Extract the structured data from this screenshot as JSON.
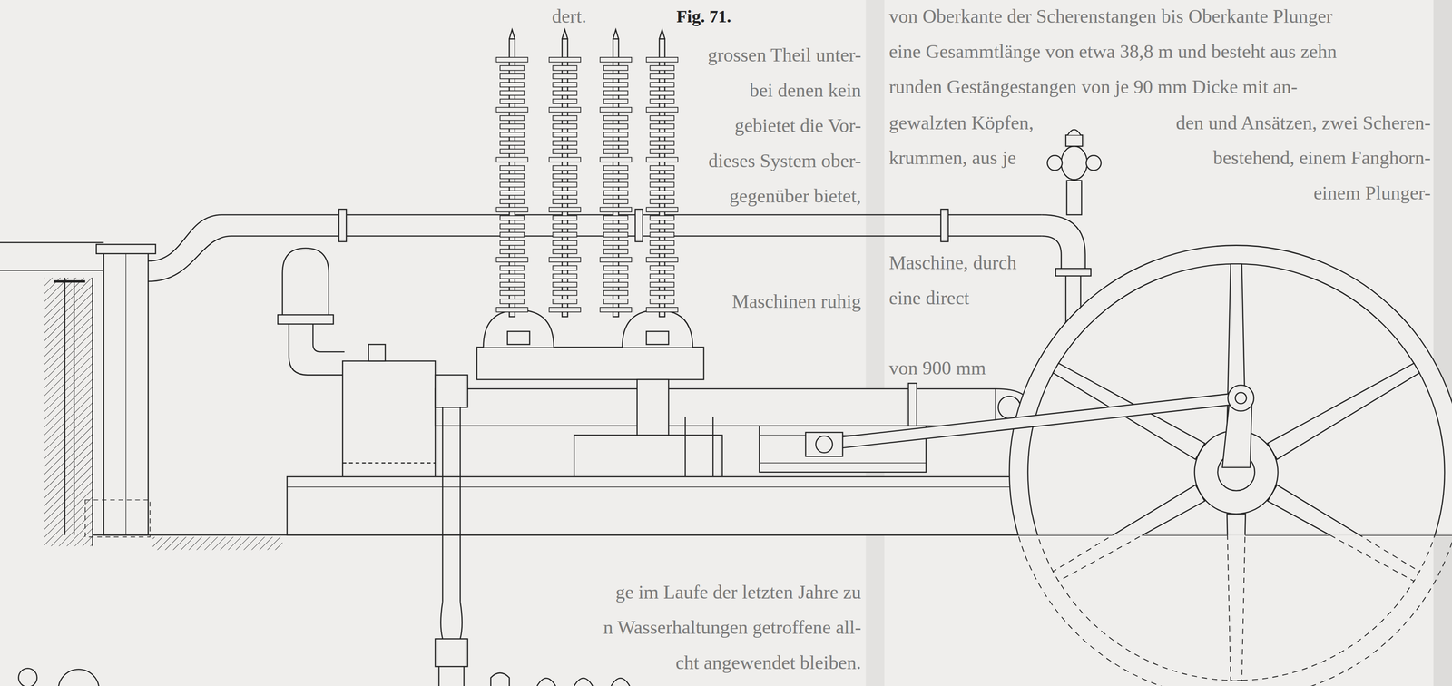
{
  "diagram": {
    "title": "Fig. 71.",
    "labels": [
      "dert.",
      "grossen Theil unter-",
      "bei denen kein",
      "gebietet die Vor-",
      "dieses System ober-",
      "gegenüber bietet,",
      "Maschinen ruhig",
      "ge im Laufe der letzten Jahre zu",
      "n Wasserhaltungen getroffene all-",
      "cht angewendet bleiben.",
      "von Oberkante der Scherenstangen bis Oberkante Plunger",
      "eine Gesammtlänge von etwa 38,8 m und besteht aus zehn",
      "runden Gestängestangen von je 90 mm Dicke mit an-",
      "gewalzten Köpfen,",
      "den und Ansätzen, zwei Scheren-",
      "krummen, aus je",
      "bestehend, einem Fanghorn-",
      "einem Plunger-",
      "Maschine, durch",
      "eine direct",
      "von 900 mm"
    ]
  }
}
